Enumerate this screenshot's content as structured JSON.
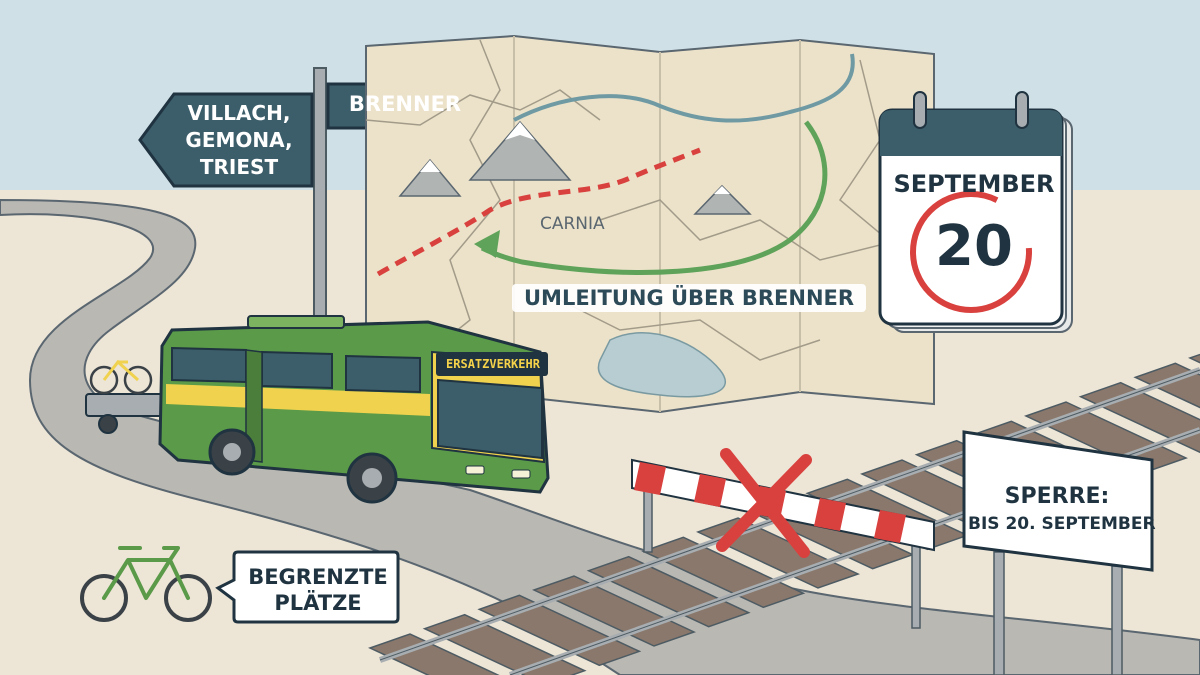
{
  "signpost": {
    "left_sign_text": "VILLACH, GEMONA, TRIEST",
    "right_sign_text": "BRENNER",
    "left_sign_color": "#3c5d6a",
    "right_sign_color": "#3c5d6a"
  },
  "map": {
    "region_label": "CARNIA",
    "detour_label": "UMLEITUNG ÜBER BRENNER",
    "blocked_route_color": "#d9413e",
    "detour_route_color": "#5fa35a",
    "river_color": "#6f9aa4"
  },
  "calendar": {
    "month": "SEPTEMBER",
    "day": "20",
    "circle_color": "#d9413e"
  },
  "bus": {
    "destination_display": "ERSATZVERKEHR",
    "body_color": "#5a9a48",
    "stripe_color": "#f0d24e"
  },
  "bike_note": {
    "text": "BEGRENZTE PLÄTZE"
  },
  "closure_sign": {
    "title": "SPERRE:",
    "text": "BIS 20. SEPTEMBER"
  },
  "barrier": {
    "stripe_color": "#d9413e"
  }
}
